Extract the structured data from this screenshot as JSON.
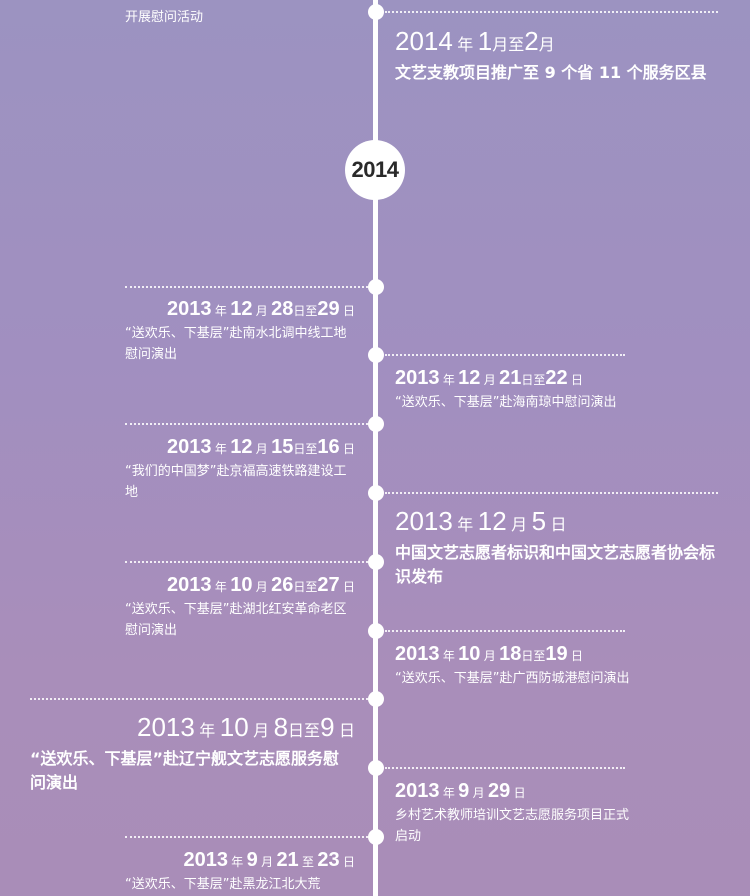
{
  "top_partial": {
    "text": "开展慰问活动"
  },
  "year_badge": "2014",
  "events": [
    {
      "id": "e1",
      "y1": "2014",
      "m1": "1",
      "d1": "",
      "sep": "月至",
      "m2": "2",
      "d2": "",
      "end": "月",
      "desc": "文艺支教项目推广至 9 个省 11 个服务区县"
    },
    {
      "id": "e2",
      "y1": "2013",
      "m1": "12",
      "d1": "28",
      "sep": "日至",
      "m2": "",
      "d2": "29",
      "end": "日",
      "desc": "“送欢乐、下基层”赴南水北调中线工地慰问演出"
    },
    {
      "id": "e3",
      "y1": "2013",
      "m1": "12",
      "d1": "21",
      "sep": "日至",
      "m2": "",
      "d2": "22",
      "end": "日",
      "desc": "“送欢乐、下基层”赴海南琼中慰问演出"
    },
    {
      "id": "e4",
      "y1": "2013",
      "m1": "12",
      "d1": "15",
      "sep": "日至",
      "m2": "",
      "d2": "16",
      "end": "日",
      "desc": "“我们的中国梦”赴京福高速铁路建设工地"
    },
    {
      "id": "e5",
      "y1": "2013",
      "m1": "12",
      "d1": "5",
      "end": "日",
      "desc": "中国文艺志愿者标识和中国文艺志愿者协会标识发布"
    },
    {
      "id": "e6",
      "y1": "2013",
      "m1": "10",
      "d1": "26",
      "sep": "日至",
      "m2": "",
      "d2": "27",
      "end": "日",
      "desc": "“送欢乐、下基层”赴湖北红安革命老区慰问演出"
    },
    {
      "id": "e7",
      "y1": "2013",
      "m1": "10",
      "d1": "18",
      "sep": "日至",
      "m2": "",
      "d2": "19",
      "end": "日",
      "desc": "“送欢乐、下基层”赴广西防城港慰问演出"
    },
    {
      "id": "e8",
      "y1": "2013",
      "m1": "10",
      "d1": "8",
      "sep": "日至",
      "m2": "",
      "d2": "9",
      "end": "日",
      "desc": "“送欢乐、下基层”赴辽宁舰文艺志愿服务慰问演出"
    },
    {
      "id": "e9",
      "y1": "2013",
      "m1": "9",
      "d1": "29",
      "end": "日",
      "desc": "乡村艺术教师培训文艺志愿服务项目正式启动"
    },
    {
      "id": "e10",
      "y1": "2013",
      "m1": "9",
      "d1": "21",
      "sep": "至",
      "m2": "",
      "d2": "23",
      "end": "日",
      "desc": "“送欢乐、下基层”赴黑龙江北大荒"
    }
  ]
}
